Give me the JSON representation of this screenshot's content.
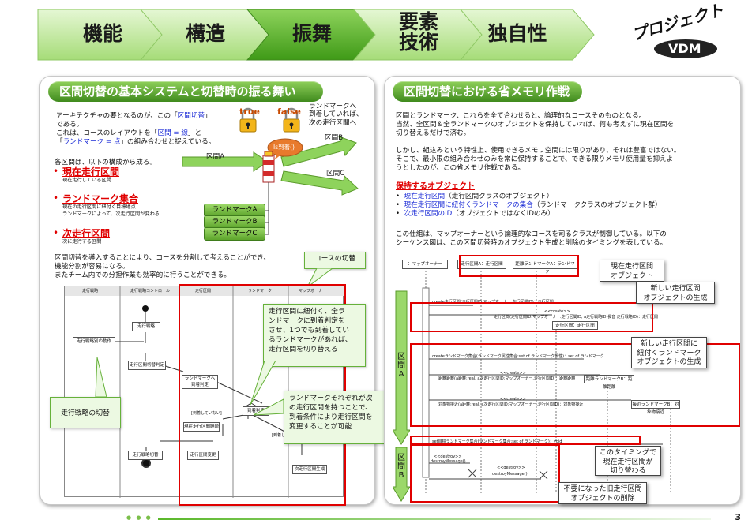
{
  "nav": {
    "items": [
      {
        "label": "機能",
        "color": "#b4e48a"
      },
      {
        "label": "構造",
        "color": "#b4e48a"
      },
      {
        "label": "振舞",
        "color": "#5ab82a"
      },
      {
        "label": "要素\n技術",
        "color": "#b4e48a"
      },
      {
        "label": "独自性",
        "color": "#b4e48a"
      }
    ],
    "logo_text": "プロジェクト",
    "logo_sub": "VDM"
  },
  "left": {
    "title": "区間切替の基本システムと切替時の振る舞い",
    "intro": {
      "l1a": "アーキテクチャの要となるのが、この「",
      "l1b": "区間切替",
      "l1c": "」",
      "l2": "である。",
      "l3a": "これは、コースのレイアウトを「",
      "l3b": "区間 = 線",
      "l3c": "」と",
      "l4a": "「",
      "l4b": "ランドマーク = 点",
      "l4c": "」の組み合わせと捉えている。"
    },
    "components_lead": "各区間は、以下の構成から成る。",
    "items": [
      {
        "title": "現在走行区間",
        "desc1": "現在走行している区間",
        "desc2": ""
      },
      {
        "title": "ランドマーク集合",
        "desc1": "現在の走行区間に紐付く目標地点",
        "desc2": "ランドマークによって、次走行区間が変わる"
      },
      {
        "title": "次走行区間",
        "desc1": "次に走行する区間",
        "desc2": ""
      }
    ],
    "explain": {
      "l1": "区間切替を導入することにより、コースを分割して考えることができ、",
      "l2": "機能分割が容易になる。",
      "l3": "またチーム内での分担作業も効率的に行うことができる。"
    },
    "figure": {
      "true_label": "true",
      "false_label": "false",
      "lock_note": "ランドマークへ\n到着していれば、\n次の走行区間へ",
      "section_a": "区間A",
      "section_b": "区間B",
      "section_c": "区間C",
      "is_arrived": "Is到着()",
      "landmarks": [
        "ランドマークA",
        "ランドマークB",
        "ランドマークC"
      ]
    },
    "course_switch": "コースの切替",
    "activity": {
      "lanes": [
        "走行戦略",
        "走行戦略コントロール",
        "走行区間",
        "ランドマーク",
        "マップオーナー"
      ],
      "nodes": [
        "走行戦略",
        "走行戦略別の動作",
        "走行区間切替判定",
        "ランドマークへ\n到着判定",
        "到着判定",
        "現在走行区間継続",
        "走行区間変更",
        "走行戦略切替",
        "次走行区間生成"
      ],
      "guards": [
        "[到着していない]",
        "[到着している]"
      ]
    },
    "callout1": "走行区間に紐付く、全ラ\nンドマークに到着判定を\nさせ、1つでも到着してい\nるランドマークがあれば、\n走行区間を切り替える",
    "callout2": "ランドマークそれぞれが次\nの走行区間を持つことで、\n到着条件により走行区間を\n変更することが可能",
    "callout3": "走行戦略の切替"
  },
  "right": {
    "title": "区間切替における省メモリ作戦",
    "p1": {
      "l1": "区間とランドマーク、これらを全て合わせると、論理的なコースそのものとなる。",
      "l2": "当然、全区間＆全ランドマークのオブジェクトを保持していれば、何も考えずに現在区間を",
      "l3": "切り替えるだけで済む。"
    },
    "p2": {
      "l1": "しかし、組込みという特性上、使用できるメモリ空間には限りがあり、それは豊富ではない。",
      "l2": "そこで、最小限の組み合わせのみを常に保持することで、できる限りメモリ使用量を抑えよ",
      "l3": "うとしたのが、この省メモリ作戦である。"
    },
    "keep_title": "保持するオブジェクト",
    "keep_items": [
      {
        "a": "現在走行区間",
        "b": "（走行区間クラスのオブジェクト）"
      },
      {
        "a": "現在走行区間に紐付くランドマークの集合",
        "b": "（ランドマーククラスのオブジェクト群）"
      },
      {
        "a": "次走行区間のID",
        "b": "（オブジェクトではなくIDのみ）"
      }
    ],
    "p3": {
      "l1": "この仕組は、マップオーナーという論理的なコースを司るクラスが制御している。以下の",
      "l2": "シーケンス図は、この区間切替時のオブジェクト生成と削除のタイミングを表している。"
    },
    "sequence": {
      "lifelines": [
        "：マップオーナー",
        "走行区間A：走行区間",
        "距離ランドマークA：ランドマーク"
      ],
      "msg1": "create走行区間(走行区間ID:マップオーナー.走行区間ID)：走行区間",
      "msg2a": "<<create>>",
      "msg2": "走行区間(走行区間ID:マップオーナー.走行区間ID, a走行戦略ID:長音 走行戦略ID)：走行区間",
      "msg2box": "走行区間：走行区間",
      "msg3": "createランドマーク集合(ランドマーク属性集合:set of ランドマーク属性)：set of ランドマーク",
      "msg4a": "<<create>>",
      "msg4": "距離距離(a距離:real, a次走行区間ID:マップオーナー.走行区間ID)：距離距離",
      "msg4box": "距離ランドマークB：距離距離",
      "msg5a": "<<create>>",
      "msg5": "対象物接近(a距離:real, a次走行区間ID:マップオーナー.走行区間ID)：対象物接近",
      "msg5box": "接近ランドマークB：対象物接近",
      "msg6": "set目標ランドマーク集合(ランドマーク集合:set of ランドマーク)：void",
      "destroy1a": "<<destroy>>",
      "destroy1": "destroyMessage()",
      "destroy2a": "<<destroy>>",
      "destroy2": "destroyMessage()",
      "section_a": "区間A",
      "section_b": "区間B"
    },
    "callouts": [
      "現在走行区間\nオブジェクト",
      "新しい走行区間\nオブジェクトの生成",
      "新しい走行区間に\n紐付くランドマーク\nオブジェクトの生成",
      "このタイミングで\n現在走行区間が\n切り替わる",
      "不要になった旧走行区間\nオブジェクトの削除"
    ]
  },
  "footer": {
    "dots": "● ● ●",
    "page": "3"
  },
  "colors": {
    "accent_green": "#5ab82a",
    "red": "#e00000",
    "blue": "#1a2ad6",
    "callout_bg": "#ecf9e2"
  }
}
